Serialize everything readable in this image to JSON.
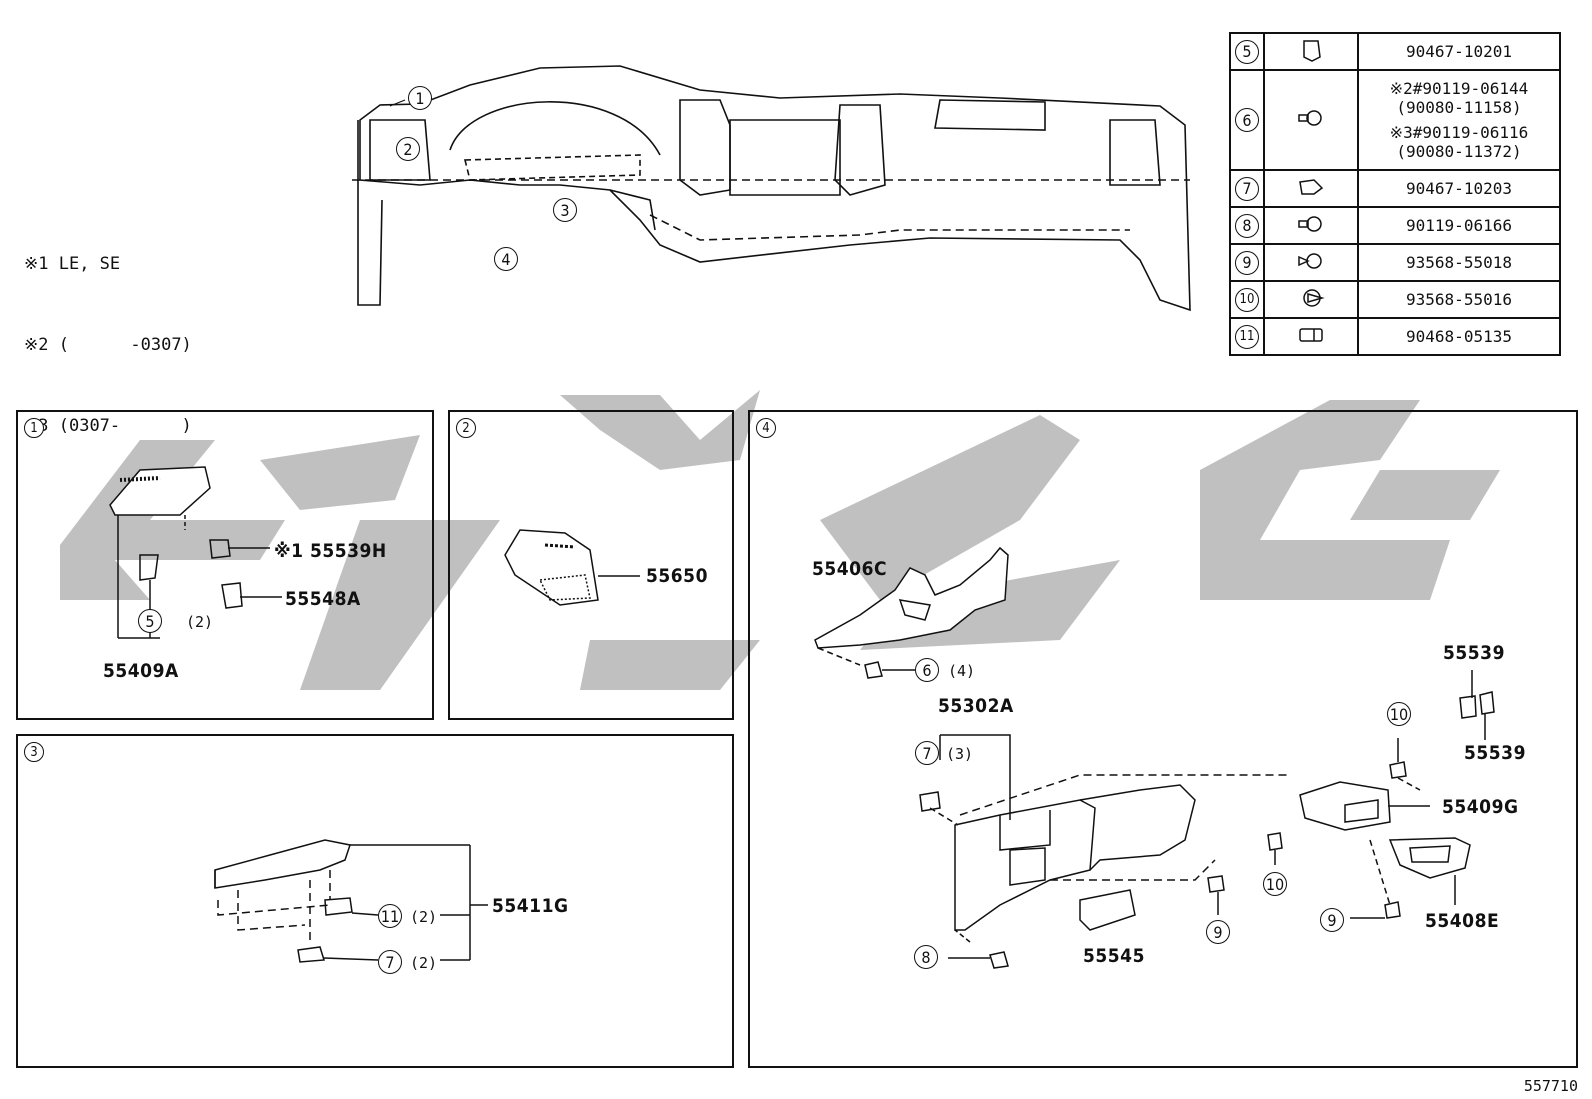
{
  "notes": [
    {
      "mark": "※1",
      "text": "LE, SE"
    },
    {
      "mark": "※2",
      "text": "(      -0307)"
    },
    {
      "mark": "※3",
      "text": "(0307-      )"
    }
  ],
  "overview_callouts": [
    "1",
    "2",
    "3",
    "4"
  ],
  "fasteners": [
    {
      "num": "5",
      "icon": "clip-icon",
      "parts": [
        "90467-10201"
      ]
    },
    {
      "num": "6",
      "icon": "bolt-icon",
      "parts": [
        "※2#90119-06144",
        "(90080-11158)",
        "※3#90119-06116",
        "(90080-11372)"
      ]
    },
    {
      "num": "7",
      "icon": "clip-icon",
      "parts": [
        "90467-10203"
      ]
    },
    {
      "num": "8",
      "icon": "bolt-icon",
      "parts": [
        "90119-06166"
      ]
    },
    {
      "num": "9",
      "icon": "screw-icon",
      "parts": [
        "93568-55018"
      ]
    },
    {
      "num": "10",
      "icon": "screw-icon",
      "parts": [
        "93568-55016"
      ]
    },
    {
      "num": "11",
      "icon": "nut-icon",
      "parts": [
        "90468-05135"
      ]
    }
  ],
  "panel1": {
    "num": "1",
    "labels": {
      "p55539h": "※1 55539H",
      "p55548a": "55548A",
      "p55409a": "55409A"
    },
    "clip": {
      "num": "5",
      "qty": "(2)"
    }
  },
  "panel2": {
    "num": "2",
    "labels": {
      "p55650": "55650"
    }
  },
  "panel3": {
    "num": "3",
    "labels": {
      "p55411g": "55411G"
    },
    "fasteners": [
      {
        "num": "11",
        "qty": "(2)"
      },
      {
        "num": "7",
        "qty": "(2)"
      }
    ]
  },
  "panel4": {
    "num": "4",
    "labels": {
      "p55406c": "55406C",
      "p55302a": "55302A",
      "p55539a": "55539",
      "p55539b": "55539",
      "p55409g": "55409G",
      "p55408e": "55408E",
      "p55545": "55545"
    },
    "callouts": {
      "c6": {
        "num": "6",
        "qty": "(4)"
      },
      "c7": {
        "num": "7",
        "qty": "(3)"
      },
      "c8": "8",
      "c9a": "9",
      "c9b": "9",
      "c10a": "10",
      "c10b": "10"
    }
  },
  "catalog_number": "557710"
}
